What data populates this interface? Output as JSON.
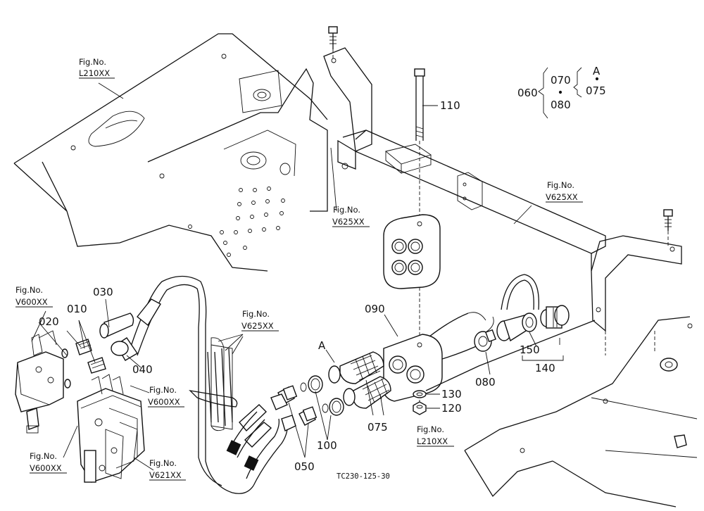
{
  "figure_code": "TC230-125-30",
  "marker_a": "A",
  "marker_a2": "A",
  "parts": {
    "p010": "010",
    "p020": "020",
    "p030": "030",
    "p040": "040",
    "p050": "050",
    "p060": "060",
    "p070": "070",
    "p075": "075",
    "p075b": "075",
    "p080": "080",
    "p080b": "080",
    "p090": "090",
    "p100": "100",
    "p110": "110",
    "p120": "120",
    "p130": "130",
    "p140": "140",
    "p150": "150"
  },
  "fig_refs": {
    "prefix": "Fig.No.",
    "l210_top": "L210XX",
    "v625_right": "V625XX",
    "v625_mid": "V625XX",
    "v625_hose": "V625XX",
    "v600_left": "V600XX",
    "v600_mid": "V600XX",
    "v600_bottom": "V600XX",
    "v621": "V621XX",
    "l210_bottom": "L210XX"
  }
}
